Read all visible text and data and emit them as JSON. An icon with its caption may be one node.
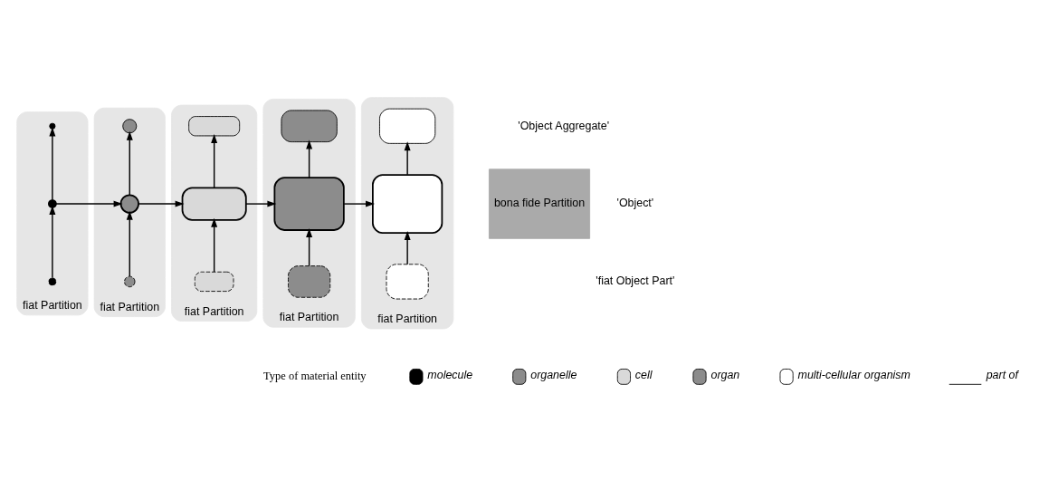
{
  "diagram": {
    "nodes": [
      {
        "text": [
          "bona fide Partition"
        ]
      },
      {
        "text": [
          "fiat Partition"
        ]
      },
      {
        "text": [],
        "shape": "circle",
        "in": 1
      },
      {
        "text": [],
        "shape": "circle",
        "in": 1
      },
      {
        "text": [],
        "shape": "circle",
        "in": 1
      },
      {
        "text": [
          "fiat Partition"
        ]
      },
      {
        "text": [],
        "shape": "circle",
        "in": 5
      },
      {
        "text": [],
        "shape": "circle",
        "in": 5
      },
      {
        "text": [],
        "shape": "circle",
        "in": 5
      },
      {
        "text": [
          "fiat Partition"
        ]
      },
      {
        "text": [],
        "shape": "box",
        "in": 9
      },
      {
        "text": [],
        "shape": "box",
        "in": 9
      },
      {
        "text": [],
        "shape": "box",
        "in": 9
      },
      {
        "text": [
          "fiat Partition"
        ]
      },
      {
        "text": [],
        "shape": "box",
        "in": 13
      },
      {
        "text": [],
        "shape": "box",
        "in": 13
      },
      {
        "text": [],
        "shape": "box",
        "in": 13
      },
      {
        "text": [
          "fiat Partition"
        ]
      },
      {
        "text": [],
        "shape": "box",
        "in": 17
      },
      {
        "text": [],
        "shape": "box",
        "in": 17
      },
      {
        "text": [],
        "shape": "box",
        "in": 17
      }
    ],
    "edges": [
      {
        "from": 3,
        "to": 2,
        "arrow": "to"
      },
      {
        "from": 4,
        "to": 3,
        "arrow": "to"
      },
      {
        "from": 3,
        "to": 7,
        "arrow": "to"
      },
      {
        "from": 7,
        "to": 6,
        "arrow": "to"
      },
      {
        "from": 8,
        "to": 7,
        "arrow": "to"
      },
      {
        "from": 7,
        "to": 11,
        "arrow": "to"
      },
      {
        "from": 11,
        "to": 10,
        "arrow": "to"
      },
      {
        "from": 12,
        "to": 11,
        "arrow": "to"
      },
      {
        "from": 11,
        "to": 15,
        "arrow": "to"
      },
      {
        "from": 15,
        "to": 14,
        "arrow": "to"
      },
      {
        "from": 16,
        "to": 15,
        "arrow": "to"
      },
      {
        "from": 15,
        "to": 19,
        "arrow": "to"
      },
      {
        "from": 19,
        "to": 18,
        "arrow": "to"
      },
      {
        "from": 20,
        "to": 19,
        "arrow": "to"
      }
    ],
    "labels": [
      "'Object Aggregate'",
      "'Object'",
      "'fiat Object Part'",
      "Type of material entity"
    ],
    "legend": [
      {
        "text": "molecule",
        "color": "#000000"
      },
      {
        "text": "organelle",
        "color": "#8c8c8c"
      },
      {
        "text": "cell",
        "color": "#d9d9d9"
      },
      {
        "text": "organ",
        "color": "#8c8c8c"
      },
      {
        "text": "multi-cellular organism",
        "color": "#ffffff"
      },
      {
        "text": "part of"
      }
    ]
  }
}
